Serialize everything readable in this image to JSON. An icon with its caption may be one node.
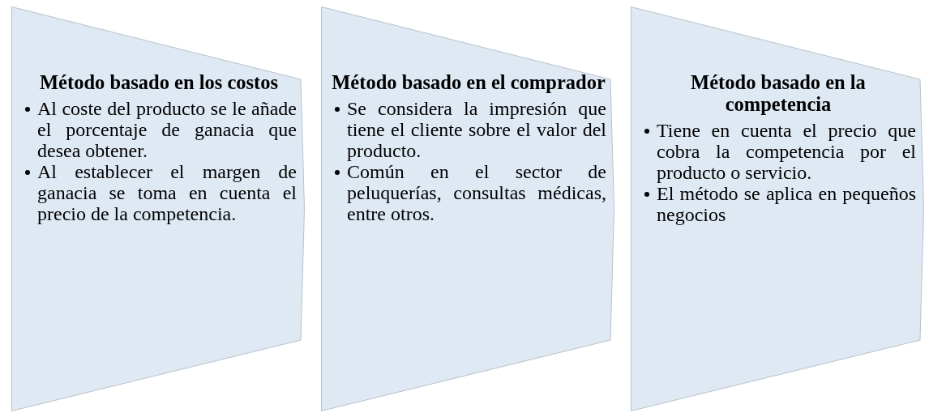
{
  "diagram": {
    "nodes": [
      {
        "text": [
          "Método basado en los costos",
          "Al coste del producto se le añade el porcentaje de ganacia que desea obtener.",
          "Al establecer el margen de ganacia se toma en cuenta el precio de la competencia."
        ]
      },
      {
        "text": [
          "Método basado en el comprador",
          "Se considera la impresión que tiene el cliente sobre el valor del producto.",
          "Común en el sector de peluquerías, consultas médicas, entre otros."
        ]
      },
      {
        "text": [
          "Método basado en la competencia",
          "Tiene en cuenta el precio que cobra la competencia por el producto o servicio.",
          "El método se aplica en pequeños negocios"
        ]
      }
    ]
  }
}
